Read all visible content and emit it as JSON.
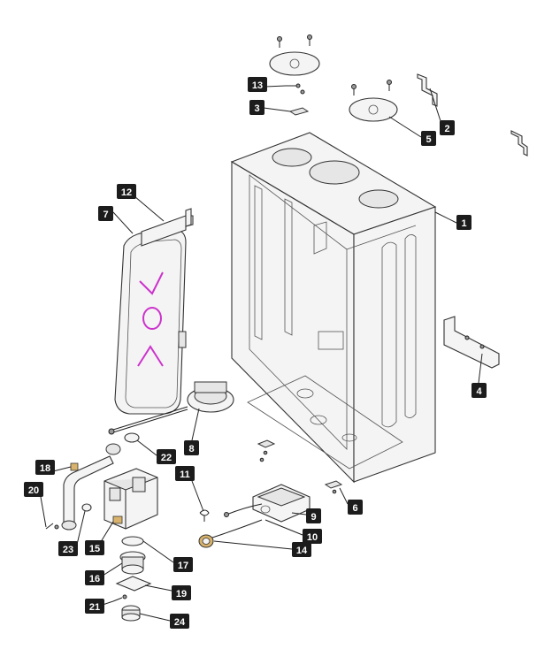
{
  "diagram": {
    "callouts": [
      {
        "num": "1",
        "side": "right"
      },
      {
        "num": "2",
        "side": "right"
      },
      {
        "num": "3",
        "side": "left"
      },
      {
        "num": "4",
        "side": "right"
      },
      {
        "num": "5",
        "side": "right"
      },
      {
        "num": "6",
        "side": "right"
      },
      {
        "num": "7",
        "side": "left"
      },
      {
        "num": "8",
        "side": "right"
      },
      {
        "num": "9",
        "side": "right"
      },
      {
        "num": "10",
        "side": "right"
      },
      {
        "num": "11",
        "side": "right"
      },
      {
        "num": "12",
        "side": "left"
      },
      {
        "num": "13",
        "side": "left"
      },
      {
        "num": "14",
        "side": "right"
      },
      {
        "num": "15",
        "side": "left"
      },
      {
        "num": "16",
        "side": "left"
      },
      {
        "num": "17",
        "side": "right"
      },
      {
        "num": "18",
        "side": "left"
      },
      {
        "num": "19",
        "side": "right"
      },
      {
        "num": "20",
        "side": "left"
      },
      {
        "num": "21",
        "side": "left"
      },
      {
        "num": "22",
        "side": "right"
      },
      {
        "num": "23",
        "side": "right"
      },
      {
        "num": "24",
        "side": "right"
      }
    ],
    "colors": {
      "callout_fill": "#1c1c1c",
      "callout_text": "#ffffff",
      "label_mark": "#cc33cc"
    }
  }
}
